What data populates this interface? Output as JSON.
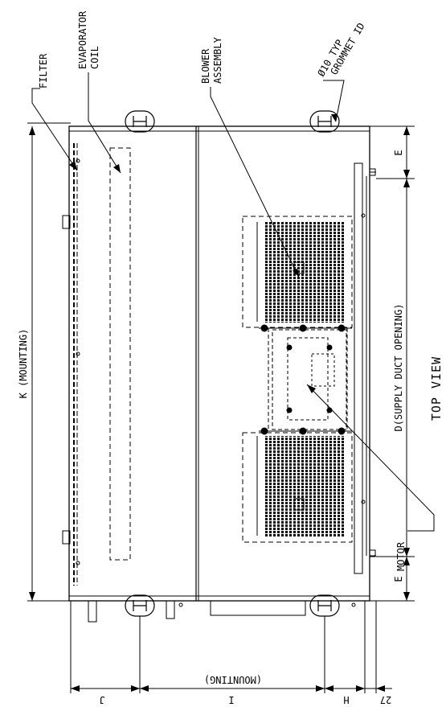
{
  "labels": {
    "filter": "FILTER",
    "evap_1": "EVAPORATOR",
    "evap_2": "COIL",
    "blower_1": "BLOWER",
    "blower_2": "ASSEMBLY",
    "grommet_1": "Ø10 TYP",
    "grommet_2": "GROMMET ID",
    "motor": "MOTOR",
    "k_dim": "K (MOUNTING)",
    "d_dim": "D(SUPPLY DUCT OPENING)",
    "e_top": "E",
    "e_bottom": "E",
    "view": "TOP VIEW",
    "j_dim": "J",
    "i_dim": "I",
    "i_sub": "(MOUNTING)",
    "h_dim": "H",
    "dim_27": "27"
  },
  "colors": {
    "line": "#000000",
    "background": "#ffffff"
  }
}
